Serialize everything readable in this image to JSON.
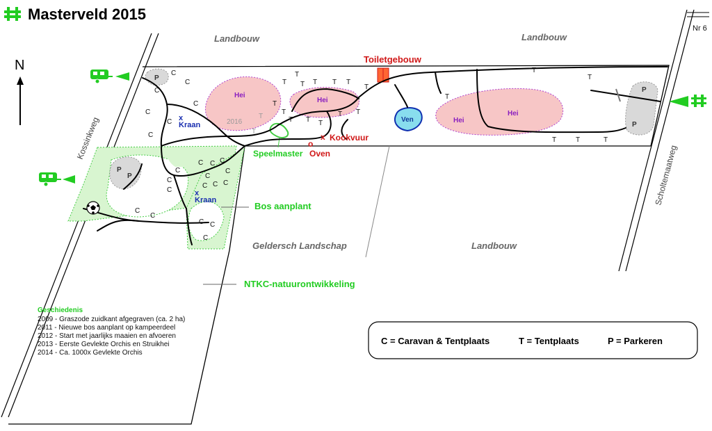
{
  "title": "Masterveld 2015",
  "colors": {
    "heath_fill": "#f7c6c6",
    "heath_border": "#b040d0",
    "green_fill": "#d8f5d0",
    "green_border": "#44cc44",
    "parking_fill": "#d9d9d9",
    "pond_fill": "#88ddee",
    "pond_border": "#1030b0",
    "label_red": "#d01818",
    "label_green": "#22cc22",
    "label_blue": "#1a2fb0"
  },
  "compass": {
    "label": "N"
  },
  "areas": {
    "landbouw_nw": "Landbouw",
    "landbouw_ne": "Landbouw",
    "landbouw_s": "Landbouw",
    "geldersch": "Geldersch Landschap"
  },
  "roads": {
    "kossinkweg": "Kossinkweg",
    "scholtemaatweg": "Scholtemaatweg",
    "nr6": "Nr 6"
  },
  "features": {
    "toilet": "Toiletgebouw",
    "ven": "Ven",
    "kookvuur": "Kookvuur",
    "oven": "Oven",
    "speelmaster": "Speelmaster",
    "kraan": "Kraan",
    "kraan_mark": "x",
    "kookvuur_mark": "x",
    "oven_mark": "o",
    "bos_aanplant": "Bos aanplant",
    "ntkc": "NTKC-natuurontwikkeling",
    "hei": "Hei",
    "year_2016": "2016",
    "parking": "P",
    "caravan": "C",
    "tent": "T"
  },
  "history": {
    "title": "Geschiedenis",
    "items": [
      "2009 - Graszode zuidkant afgegraven (ca. 2 ha)",
      "2011 - Nieuwe bos aanplant op kampeerdeel",
      "2012 - Start met jaarlijks maaien en afvoeren",
      "2013 - Eerste Gevlekte Orchis en Struikhei",
      "2014 - Ca. 1000x Gevlekte Orchis"
    ]
  },
  "legend": {
    "caravan": "C = Caravan & Tentplaats",
    "tent": "T = Tentplaats",
    "parking": "P = Parkeren"
  }
}
